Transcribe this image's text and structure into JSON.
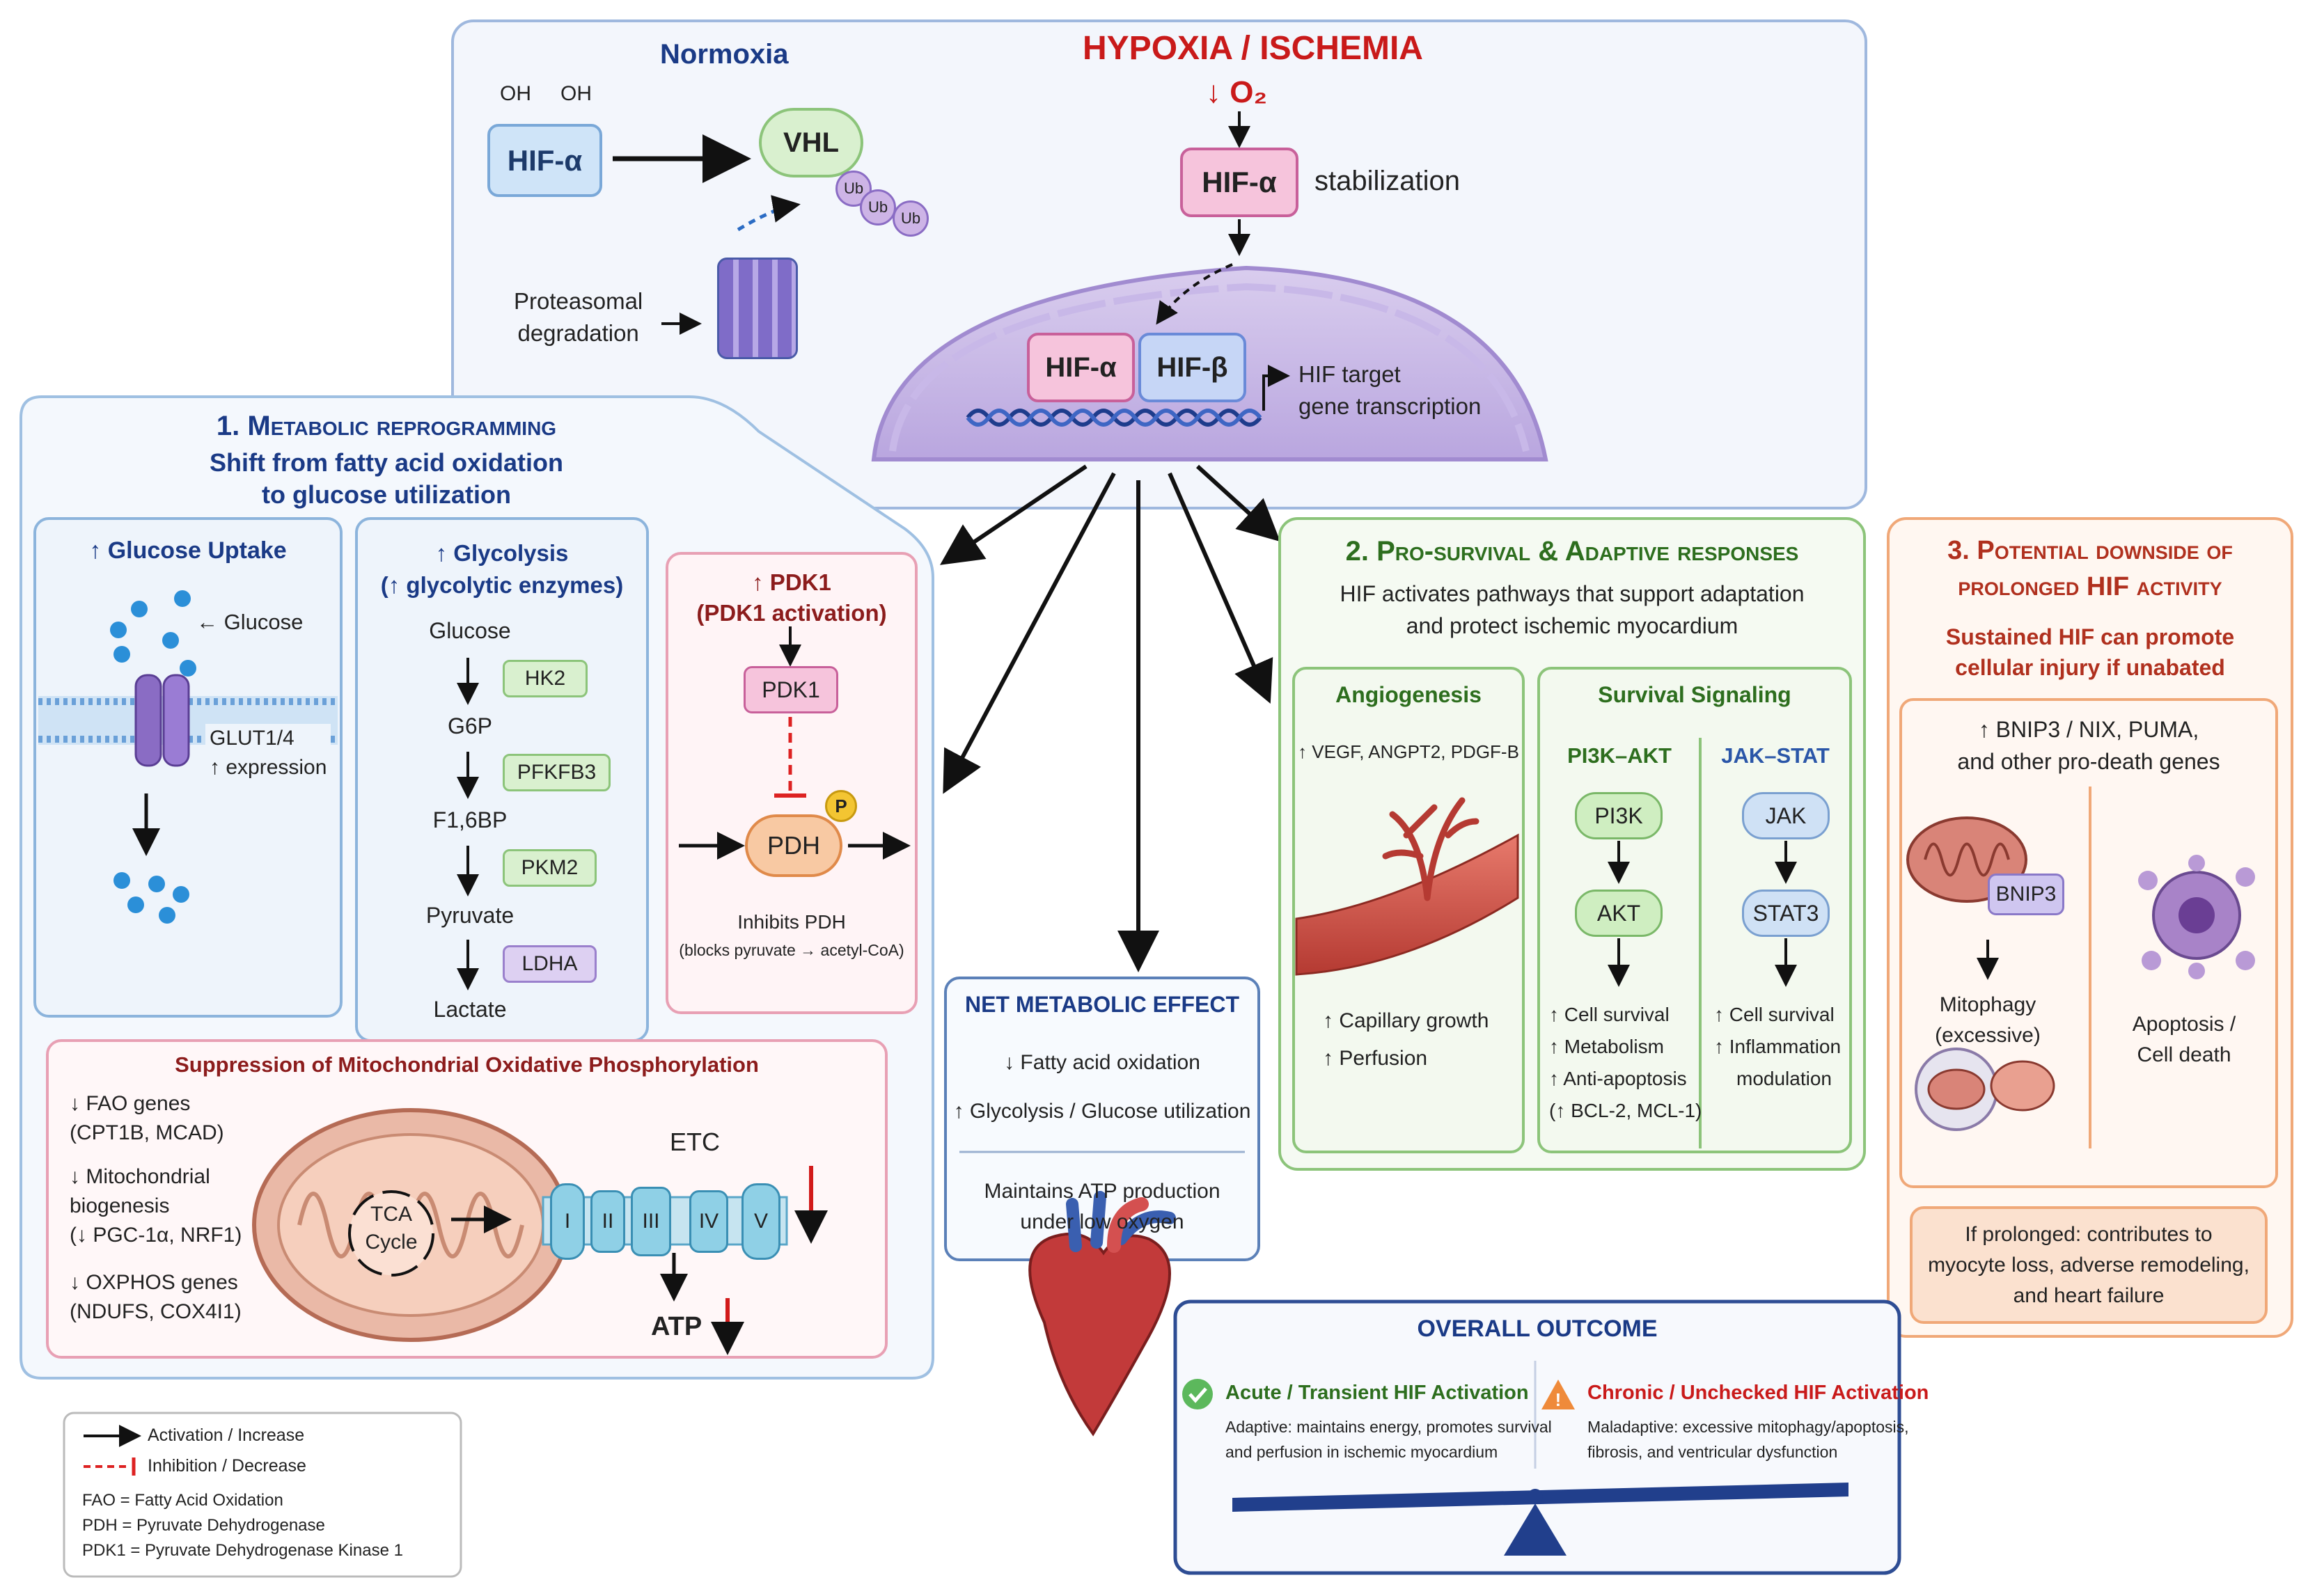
{
  "top": {
    "normoxia": "Normoxia",
    "oh1": "OH",
    "oh2": "OH",
    "hif_alpha": "HIF-α",
    "vhl": "VHL",
    "ub": "Ub",
    "proteasomal": "Proteasomal",
    "degradation": "degradation",
    "hypoxia_title": "HYPOXIA / ISCHEMIA",
    "o2_down": "↓ O₂",
    "hif_alpha_stab": "HIF-α",
    "stabilization": "stabilization",
    "nuc_hif_alpha": "HIF-α",
    "nuc_hif_beta": "HIF-β",
    "target1": "HIF target",
    "target2": "gene transcription"
  },
  "metabolic": {
    "title": "1. Metabolic reprogramming",
    "subtitle1": "Shift from fatty acid oxidation",
    "subtitle2": "to glucose utilization",
    "uptake_title": "↑ Glucose Uptake",
    "glucose_label": "← Glucose",
    "glut1": "GLUT1/4",
    "glut2": "↑ expression",
    "glyc_title1": "↑ Glycolysis",
    "glyc_title2": "(↑ glycolytic enzymes)",
    "glucose": "Glucose",
    "hk2": "HK2",
    "g6p": "G6P",
    "pfkfb3": "PFKFB3",
    "f16bp": "F1,6BP",
    "pkm2": "PKM2",
    "pyruvate": "Pyruvate",
    "ldha": "LDHA",
    "lactate": "Lactate",
    "pdk_title1": "↑ PDK1",
    "pdk_title2": "(PDK1 activation)",
    "pdk1": "PDK1",
    "pdh": "PDH",
    "p": "P",
    "inhibits1": "Inhibits PDH",
    "inhibits2": "(blocks pyruvate → acetyl-CoA)",
    "supp_title": "Suppression of Mitochondrial Oxidative Phosphorylation",
    "fao1": "↓ FAO genes",
    "fao2": "(CPT1B, MCAD)",
    "mito1": "↓ Mitochondrial",
    "mito2": "biogenesis",
    "mito3": "(↓ PGC-1α, NRF1)",
    "ox1": "↓ OXPHOS genes",
    "ox2": "(NDUFS, COX4I1)",
    "tca1": "TCA",
    "tca2": "Cycle",
    "etc": "ETC",
    "c1": "I",
    "c2": "II",
    "c3": "III",
    "c4": "IV",
    "c5": "V",
    "atp": "ATP"
  },
  "net": {
    "title": "NET METABOLIC EFFECT",
    "l1": "↓ Fatty acid oxidation",
    "l2": "↑ Glycolysis / Glucose utilization",
    "l3": "Maintains ATP production",
    "l4": "under low oxygen"
  },
  "survival": {
    "title": "2. Pro-survival & Adaptive responses",
    "sub1": "HIF activates pathways that support adaptation",
    "sub2": "and protect ischemic myocardium",
    "angio_title": "Angiogenesis",
    "angio_genes": "↑ VEGF, ANGPT2, PDGF-B",
    "cap": "↑ Capillary growth",
    "perf": "↑ Perfusion",
    "sig_title": "Survival Signaling",
    "pi3k_akt": "PI3K–AKT",
    "jak_stat": "JAK–STAT",
    "pi3k": "PI3K",
    "akt": "AKT",
    "jak": "JAK",
    "stat3": "STAT3",
    "p1": "↑ Cell survival",
    "p2": "↑ Metabolism",
    "p3": "↑ Anti-apoptosis",
    "p4": "(↑ BCL-2, MCL-1)",
    "j1": "↑ Cell survival",
    "j2": "↑ Inflammation",
    "j3": "modulation"
  },
  "downside": {
    "title1": "3. Potential downside of",
    "title2": "prolonged HIF activity",
    "sub1": "Sustained HIF can promote",
    "sub2": "cellular injury if unabated",
    "genes1": "↑ BNIP3 / NIX, PUMA,",
    "genes2": "and other pro-death genes",
    "bnip3": "BNIP3",
    "mitophagy1": "Mitophagy",
    "mitophagy2": "(excessive)",
    "apop1": "Apoptosis /",
    "apop2": "Cell death",
    "prol1": "If prolonged: contributes to",
    "prol2": "myocyte loss, adverse remodeling,",
    "prol3": "and heart failure"
  },
  "outcome": {
    "title": "OVERALL OUTCOME",
    "acute_title": "Acute / Transient HIF Activation",
    "acute1": "Adaptive: maintains energy, promotes survival",
    "acute2": "and perfusion in ischemic myocardium",
    "chronic_title": "Chronic / Unchecked HIF Activation",
    "chronic1": "Maladaptive: excessive mitophagy/apoptosis,",
    "chronic2": "fibrosis, and ventricular dysfunction"
  },
  "legend": {
    "act": "Activation / Increase",
    "inh": "Inhibition / Decrease",
    "fao": "FAO = Fatty Acid Oxidation",
    "pdh": "PDH = Pyruvate Dehydrogenase",
    "pdk1": "PDK1 = Pyruvate Dehydrogenase Kinase 1"
  },
  "colors": {
    "navy": "#1a3a86",
    "red": "#c91a1a",
    "green_border": "#8cc47a",
    "orange_border": "#f0a878",
    "pink_border": "#e8a0b4",
    "blue_border": "#8cb4dc"
  }
}
